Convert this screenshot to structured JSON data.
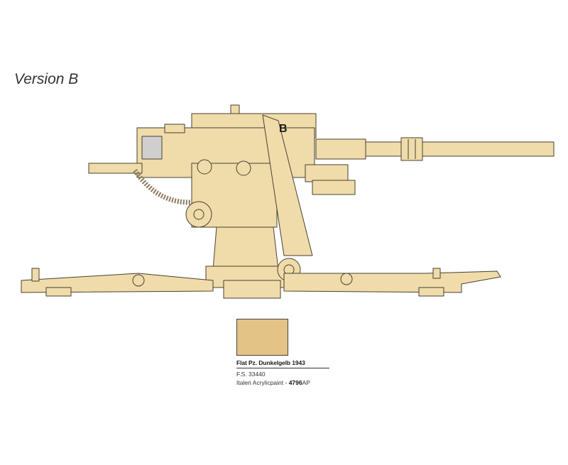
{
  "version": {
    "label": "Version B"
  },
  "gun": {
    "marking": "B",
    "fill_color": "#efdcaa",
    "outline_color": "#4a4030"
  },
  "paint": {
    "swatch_color": "#e3c486",
    "name": "Flat Pz. Dunkelgelb 1943",
    "fs_code": "F.S. 33440",
    "brand_prefix": "Italeri Acrylicpaint - ",
    "product_number": "4796",
    "product_suffix": "AP"
  }
}
